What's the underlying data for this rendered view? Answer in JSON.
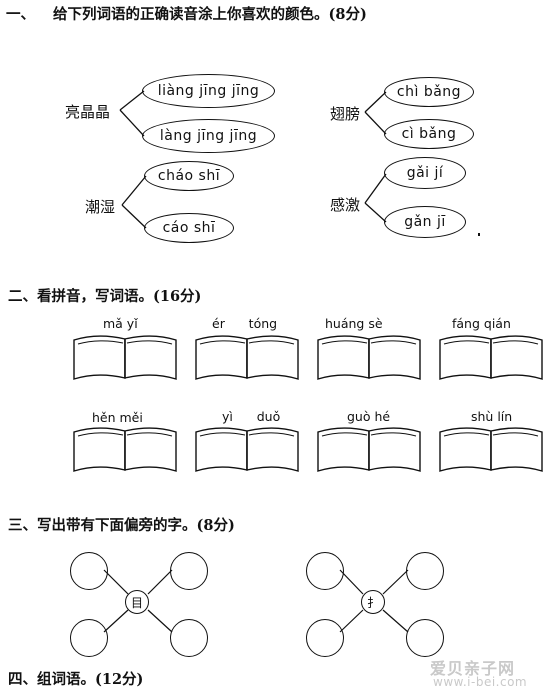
{
  "sections": [
    {
      "number": "一、",
      "title": "给下列词语的正确读音涂上你喜欢的颜色。(8分)"
    },
    {
      "number": "二、",
      "title": "看拼音，写词语。(16分)"
    },
    {
      "number": "三、",
      "title": "写出带有下面偏旁的字。(8分)"
    },
    {
      "number": "四、",
      "title": "组词语。(12分)"
    }
  ],
  "q1": {
    "groups": [
      {
        "word": "亮晶晶",
        "options": [
          "liàng jīng  jīng",
          "làng jīng  jīng"
        ]
      },
      {
        "word": "潮湿",
        "options": [
          "cháo shī",
          "cáo shī"
        ]
      },
      {
        "word": "翅膀",
        "options": [
          "chì  bǎng",
          "cì  bǎng"
        ]
      },
      {
        "word": "感激",
        "options": [
          "gǎi jí",
          "gǎn jī"
        ]
      }
    ]
  },
  "q2": {
    "items": [
      "mǎ yǐ",
      "ér      tóng",
      "huáng sè",
      "fáng qián",
      "hěn měi",
      "yì      duǒ",
      "guò hé",
      "shù lín"
    ]
  },
  "q3": {
    "radicals": [
      "目",
      "扌"
    ]
  },
  "watermark": {
    "line1": "爱贝亲子网",
    "line2": "www.i-bei.com"
  }
}
